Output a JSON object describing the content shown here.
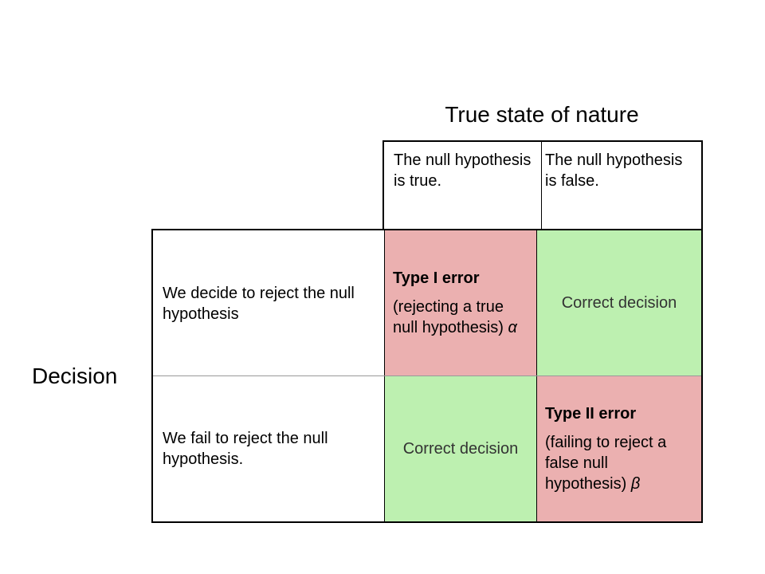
{
  "headings": {
    "columns": "True state of nature",
    "rows": "Decision"
  },
  "columns": [
    "The null hypothesis is true.",
    "The null hypothesis is false."
  ],
  "rows": [
    "We decide to reject the null hypothesis",
    "We fail to reject the null hypothesis."
  ],
  "cells": {
    "reject_true": {
      "title": "Type I error",
      "description": "(rejecting a true null hypothesis)",
      "symbol": "α"
    },
    "reject_false": {
      "text": "Correct decision"
    },
    "fail_true": {
      "text": "Correct decision"
    },
    "fail_false": {
      "title": "Type II error",
      "description": "(failing to reject a false null hypothesis)",
      "symbol": "β"
    }
  },
  "colors": {
    "error": "#ebb0b0",
    "correct": "#bdf0b0",
    "border": "#000000"
  }
}
